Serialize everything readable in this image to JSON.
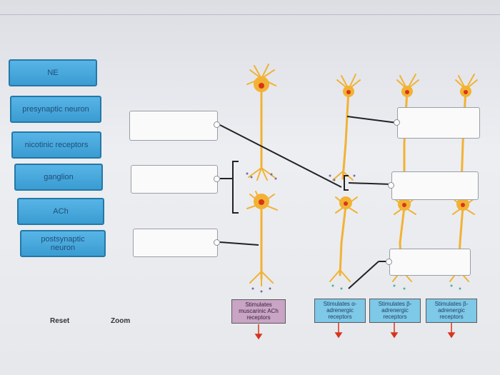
{
  "chips": [
    {
      "label": "NE"
    },
    {
      "label": "presynaptic neuron"
    },
    {
      "label": "nicotinic receptors"
    },
    {
      "label": "ganglion"
    },
    {
      "label": "ACh"
    },
    {
      "label": "postsynaptic neuron"
    }
  ],
  "effect_labels": {
    "muscarinic": "Stimulates muscarinic ACh receptors",
    "alpha": "Stimulates α-adrenergic receptors",
    "beta1": "Stimulates β-adrenergic receptors",
    "beta2": "Stimulates β-adrenergic receptors"
  },
  "controls": {
    "reset": "Reset",
    "zoom": "Zoom"
  },
  "colors": {
    "chip_fill": "#3a9cd2",
    "neuron": "#f2b233",
    "soma_nucleus": "#d8341c",
    "muscarinic_box": "#c9a4c4",
    "adrenergic_box": "#7ec8e8",
    "arrow": "#d8341c"
  }
}
